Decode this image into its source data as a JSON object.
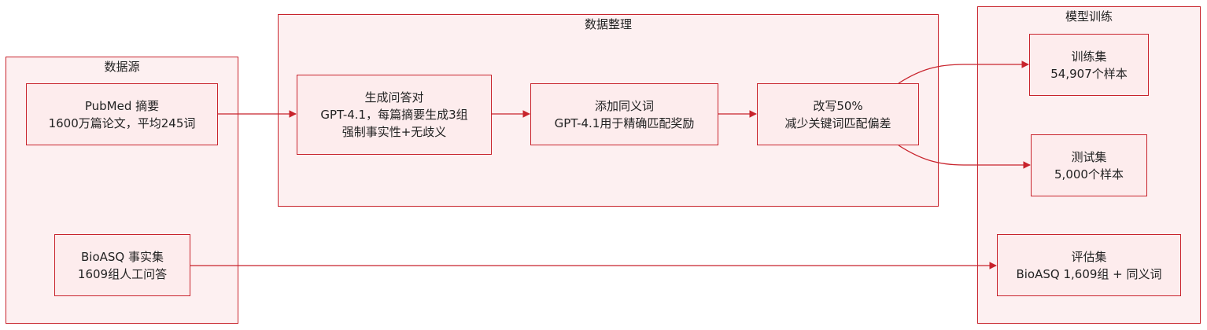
{
  "colors": {
    "stroke": "#c8232c",
    "group_fill": "#fdf0f1",
    "node_fill": "#fdeced"
  },
  "groups": {
    "source": {
      "title": "数据源"
    },
    "processing": {
      "title": "数据整理"
    },
    "training": {
      "title": "模型训练"
    }
  },
  "nodes": {
    "pubmed": {
      "line1": "PubMed 摘要",
      "line2": "1600万篇论文，平均245词"
    },
    "bioasq": {
      "line1": "BioASQ 事实集",
      "line2": "1609组人工问答"
    },
    "generate_qa": {
      "line1": "生成问答对",
      "line2": "GPT-4.1，每篇摘要生成3组",
      "line3": "强制事实性+无歧义"
    },
    "synonyms": {
      "line1": "添加同义词",
      "line2": "GPT-4.1用于精确匹配奖励"
    },
    "rewrite": {
      "line1": "改写50%",
      "line2": "减少关键词匹配偏差"
    },
    "train_set": {
      "line1": "训练集",
      "line2": "54,907个样本"
    },
    "test_set": {
      "line1": "测试集",
      "line2": "5,000个样本"
    },
    "eval_set": {
      "line1": "评估集",
      "line2": "BioASQ 1,609组 + 同义词"
    }
  }
}
